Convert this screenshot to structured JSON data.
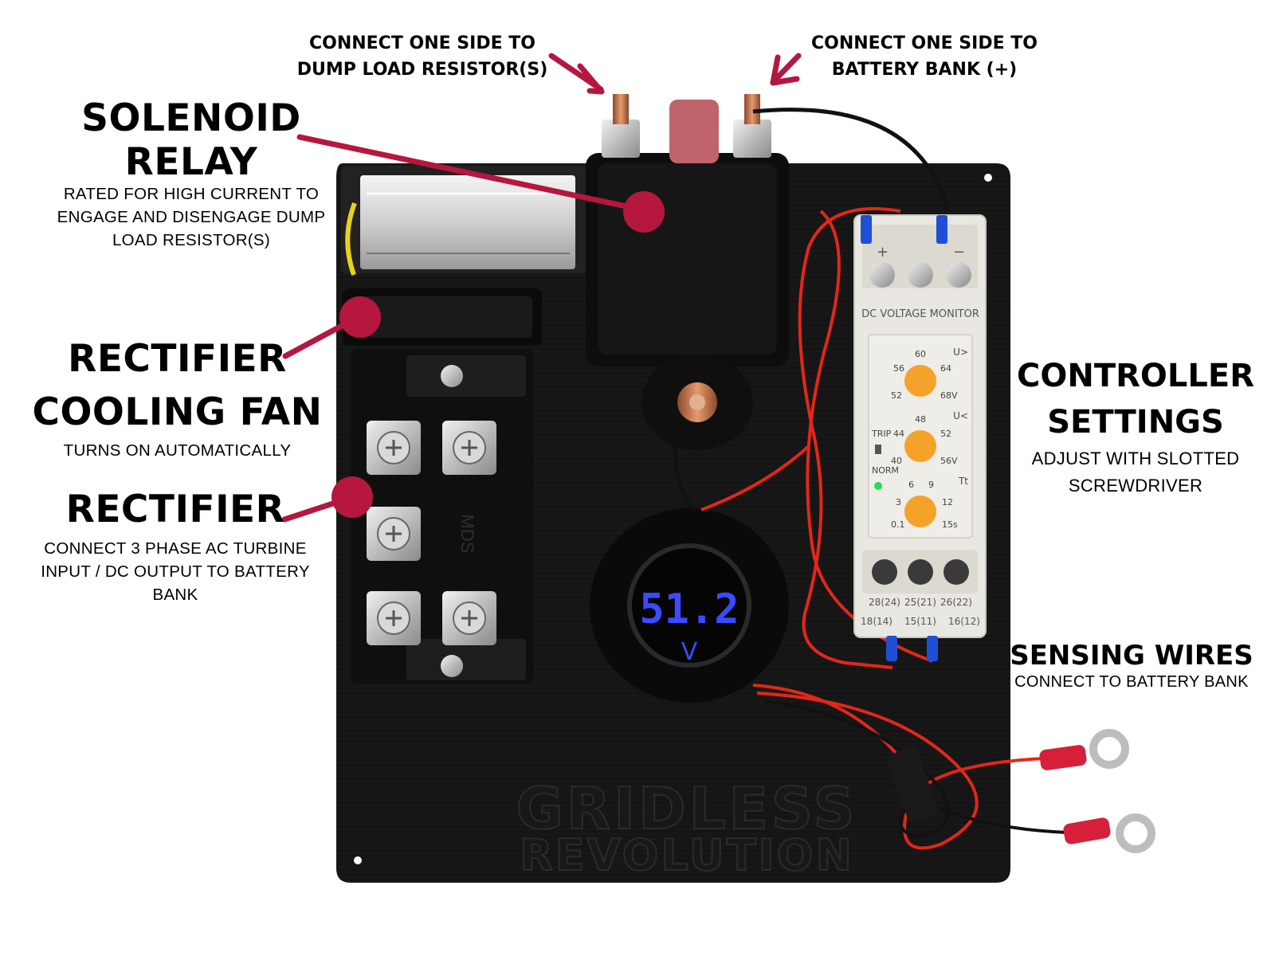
{
  "callouts": {
    "dump_load": {
      "line1": "CONNECT ONE SIDE TO",
      "line2": "DUMP LOAD RESISTOR(S)"
    },
    "battery_bank": {
      "line1": "CONNECT ONE SIDE TO",
      "line2": "BATTERY BANK (+)"
    },
    "solenoid_relay": {
      "title1": "SOLENOID",
      "title2": "RELAY",
      "desc1": "RATED FOR HIGH CURRENT TO",
      "desc2": "ENGAGE AND DISENGAGE DUMP",
      "desc3": "LOAD RESISTOR(S)"
    },
    "cooling_fan": {
      "title1": "RECTIFIER",
      "title2": "COOLING FAN",
      "desc": "TURNS ON AUTOMATICALLY"
    },
    "rectifier": {
      "title": "RECTIFIER",
      "desc1": "CONNECT 3 PHASE AC TURBINE",
      "desc2": "INPUT / DC OUTPUT TO BATTERY",
      "desc3": "BANK"
    },
    "controller": {
      "title1": "CONTROLLER",
      "title2": "SETTINGS",
      "desc1": "ADJUST WITH SLOTTED",
      "desc2": "SCREWDRIVER"
    },
    "sensing": {
      "title": "SENSING WIRES",
      "desc": "CONNECT TO BATTERY BANK"
    }
  },
  "device": {
    "monitor_title": "DC VOLTAGE MONITOR",
    "terminal_plus": "+",
    "terminal_minus": "−",
    "dial_upper_label": "U>",
    "dial_upper_ticks": [
      "56",
      "60",
      "64",
      "52",
      "68V"
    ],
    "dial_lower_label": "U<",
    "dial_lower_ticks": [
      "44",
      "48",
      "52",
      "40",
      "56V"
    ],
    "dial_time_label": "Tt",
    "dial_time_ticks": [
      "6",
      "9",
      "3",
      "12",
      "0.1",
      "15s"
    ],
    "trip_label": "TRIP",
    "norm_label": "NORM",
    "bottom_terms_row1": [
      "28(24)",
      "25(21)",
      "26(22)"
    ],
    "bottom_terms_row2": [
      "18(14)",
      "15(11)",
      "16(12)"
    ],
    "rectifier_mark": "MDS",
    "voltmeter_value": "51.2",
    "voltmeter_unit": "V",
    "brand_line1": "GRIDLESS",
    "brand_line2": "REVOLUTION"
  },
  "colors": {
    "accent": "#b5173f",
    "board": "#141414",
    "led_green": "#22dd55",
    "display_blue": "#3a4bff",
    "relay_face": "#e9e7e1",
    "dial_orange": "#f5a22a",
    "wire_red": "#e32718"
  }
}
